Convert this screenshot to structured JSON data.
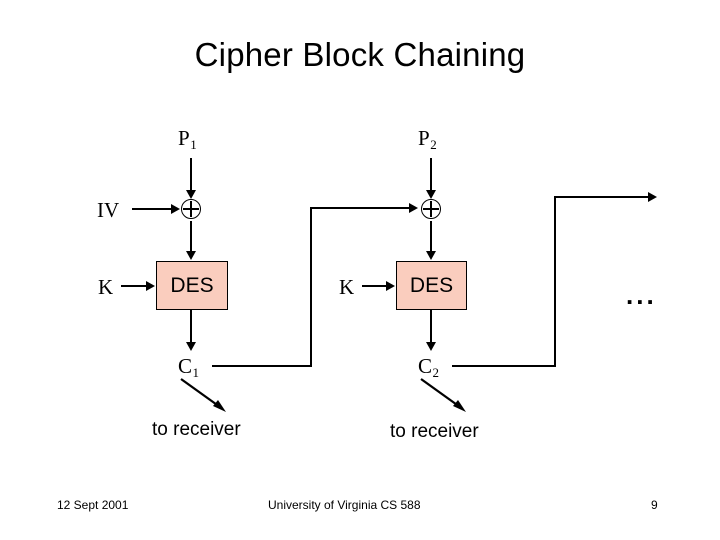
{
  "slide": {
    "title": "Cipher Block Chaining"
  },
  "diagram": {
    "block1": {
      "plaintext_label": "P",
      "plaintext_sub": "1",
      "iv_label": "IV",
      "key_label": "K",
      "cipher_box_label": "DES",
      "ciphertext_label": "C",
      "ciphertext_sub": "1",
      "output_caption": "to receiver",
      "xor_symbol": "xor"
    },
    "block2": {
      "plaintext_label": "P",
      "plaintext_sub": "2",
      "key_label": "K",
      "cipher_box_label": "DES",
      "ciphertext_label": "C",
      "ciphertext_sub": "2",
      "output_caption": "to receiver",
      "xor_symbol": "xor"
    },
    "continuation": "...",
    "colors": {
      "cipher_box_fill": "#FACDBE",
      "stroke": "#000000",
      "background": "#FFFFFF"
    }
  },
  "footer": {
    "date": "12 Sept 2001",
    "course": "University of Virginia CS 588",
    "page_number": "9"
  }
}
